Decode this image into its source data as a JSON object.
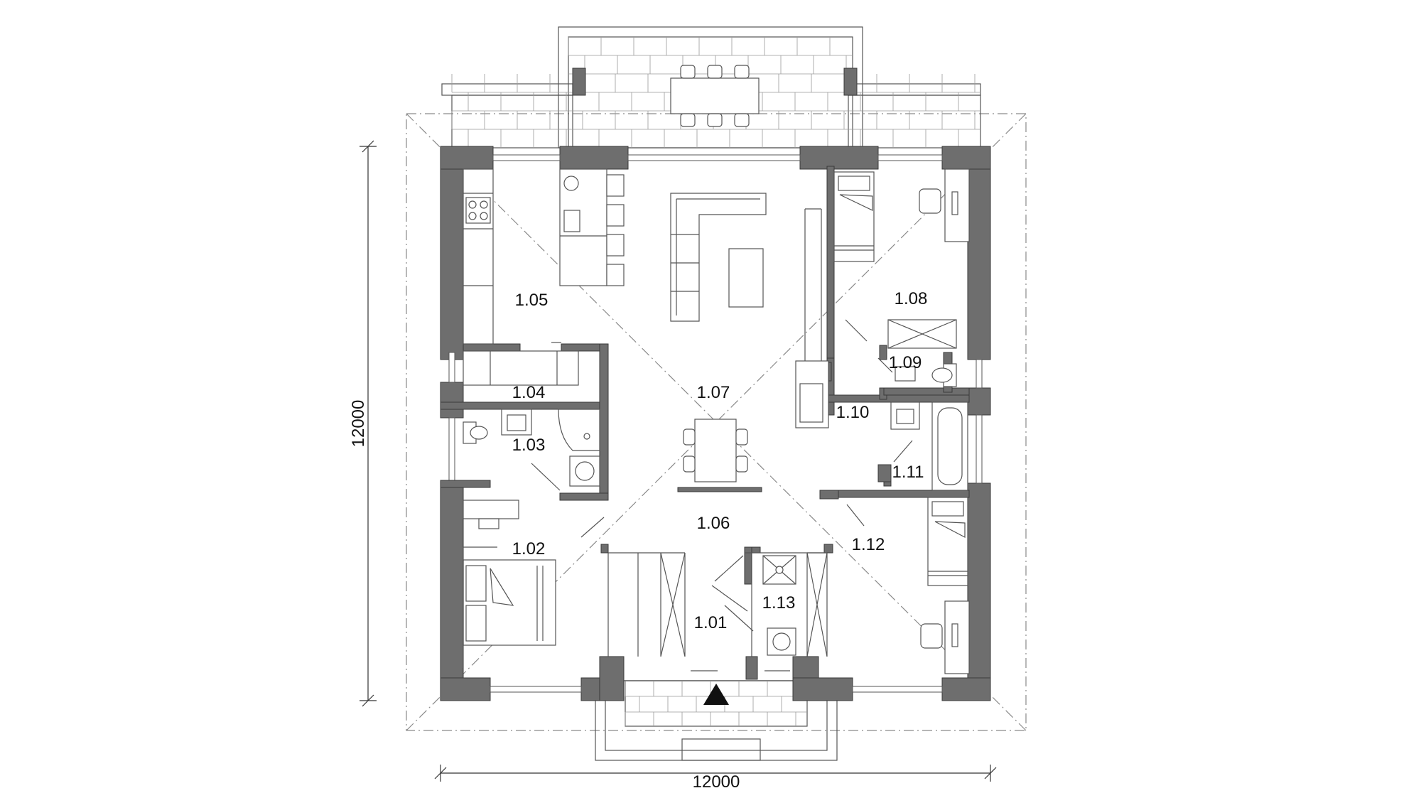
{
  "plan": {
    "rooms": [
      {
        "id": "1.01",
        "label": "1.01"
      },
      {
        "id": "1.02",
        "label": "1.02"
      },
      {
        "id": "1.03",
        "label": "1.03"
      },
      {
        "id": "1.04",
        "label": "1.04"
      },
      {
        "id": "1.05",
        "label": "1.05"
      },
      {
        "id": "1.06",
        "label": "1.06"
      },
      {
        "id": "1.07",
        "label": "1.07"
      },
      {
        "id": "1.08",
        "label": "1.08"
      },
      {
        "id": "1.09",
        "label": "1.09"
      },
      {
        "id": "1.10",
        "label": "1.10"
      },
      {
        "id": "1.11",
        "label": "1.11"
      },
      {
        "id": "1.12",
        "label": "1.12"
      },
      {
        "id": "1.13",
        "label": "1.13"
      }
    ],
    "dimensions": {
      "width": "12000",
      "height": "12000"
    },
    "entrance_marker": "entrance-triangle",
    "colors": {
      "wall": "#6e6e6e",
      "line": "#555555",
      "background": "#ffffff"
    }
  }
}
